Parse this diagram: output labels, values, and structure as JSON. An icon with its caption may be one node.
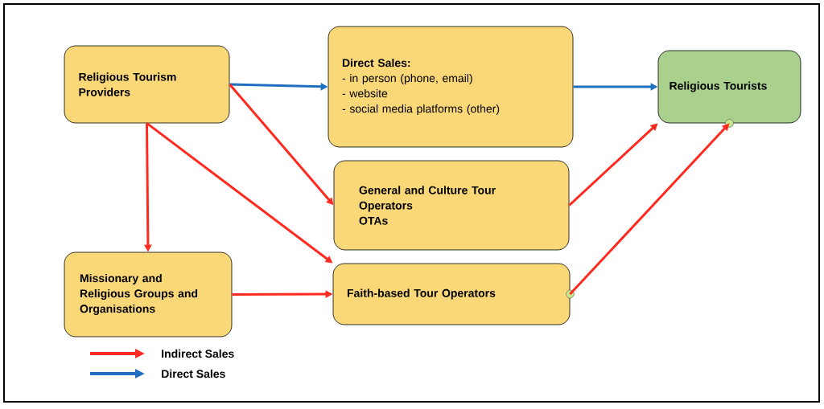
{
  "diagram": {
    "nodes": [
      {
        "text": [
          "Religious Tourism Providers"
        ]
      },
      {
        "text": [
          "Direct Sales:",
          "- in person (phone, email)",
          "- website",
          "- social media platforms (other)"
        ]
      },
      {
        "text": [
          "Religious Tourists"
        ]
      },
      {
        "text": [
          "General and Culture Tour Operators",
          "OTAs"
        ]
      },
      {
        "text": [
          "Missionary and Religious Groups and Organisations"
        ]
      },
      {
        "text": [
          "Faith-based Tour Operators"
        ]
      }
    ],
    "edges": [
      {
        "from": 0,
        "to": 1,
        "arrow": "to",
        "color": "#1f6fc0"
      },
      {
        "from": 1,
        "to": 2,
        "arrow": "to",
        "color": "#1f6fc0"
      },
      {
        "from": 0,
        "to": 3,
        "arrow": "to"
      },
      {
        "from": 0,
        "to": 5,
        "arrow": "to"
      },
      {
        "from": 0,
        "to": 4,
        "arrow": "to"
      },
      {
        "from": 4,
        "to": 5,
        "arrow": "to"
      },
      {
        "from": 3,
        "to": 2,
        "arrow": "to"
      },
      {
        "from": 5,
        "to": 2,
        "arrow": "to"
      }
    ],
    "legend": [
      {
        "text": "Indirect Sales"
      },
      {
        "text": "Direct Sales"
      }
    ]
  }
}
